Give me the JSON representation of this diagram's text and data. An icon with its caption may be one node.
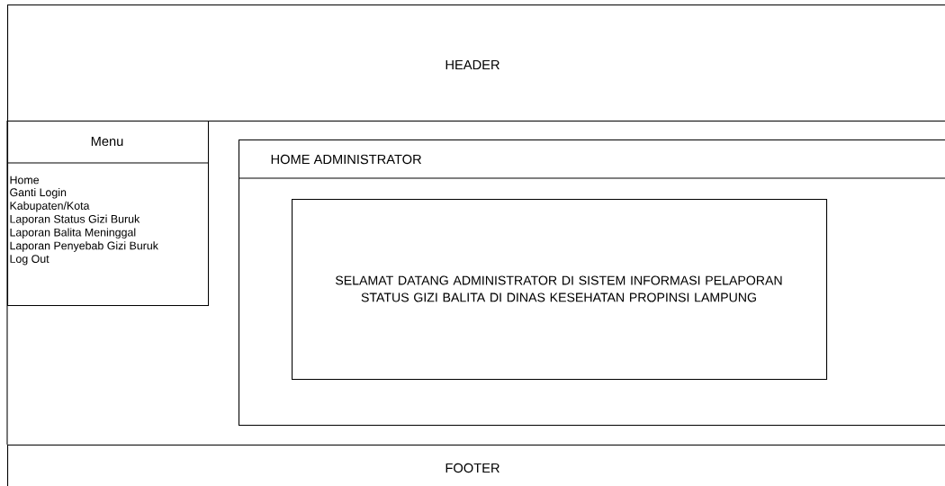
{
  "diagram": {
    "nodes": [
      {
        "text": [
          "HEADER"
        ]
      },
      {
        "text": [
          "Menu",
          "Home",
          "Ganti Login",
          "Kabupaten/Kota",
          "Laporan Status Gizi Buruk",
          "Laporan Balita Meninggal",
          "Laporan Penyebab Gizi Buruk",
          "Log Out"
        ]
      },
      {
        "text": [
          "HOME ADMINISTRATOR"
        ]
      },
      {
        "text": [
          "SELAMAT DATANG ADMINISTRATOR  DI SISTEM INFORMASI PELAPORAN STATUS GIZI BALITA DI DINAS KESEHATAN PROPINSI LAMPUNG"
        ],
        "in": 2
      },
      {
        "text": [
          "FOOTER"
        ]
      }
    ]
  }
}
